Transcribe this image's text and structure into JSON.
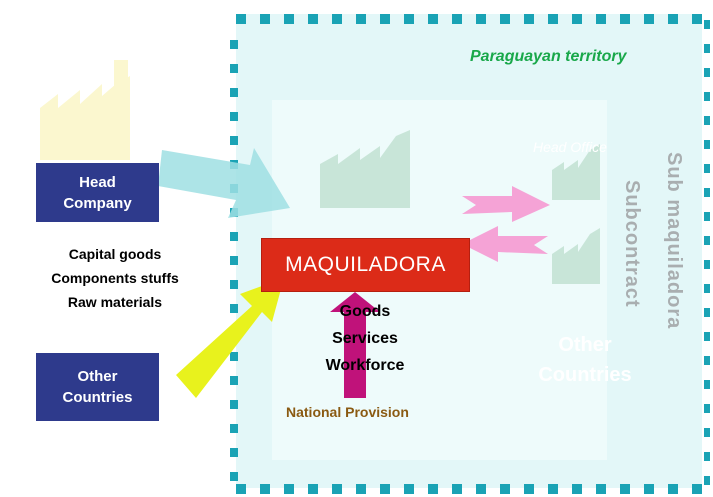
{
  "territory": {
    "label": "Paraguayan territory"
  },
  "head_company": {
    "line1": "Head",
    "line2": "Company"
  },
  "other_countries_box": {
    "line1": "Other",
    "line2": "Countries"
  },
  "inputs": {
    "line1": "Capital goods",
    "line2": "Components stuffs",
    "line3": "Raw materials"
  },
  "maquiladora": {
    "label": "MAQUILADORA"
  },
  "national": {
    "line1": "Goods",
    "line2": "Services",
    "line3": "Workforce",
    "provision": "National Provision"
  },
  "right_side": {
    "head_office": "Head Office",
    "other_countries_line1": "Other",
    "other_countries_line2": "Countries",
    "sub_maquiladora": "Sub maquiladora",
    "subcontract": "Subcontract"
  },
  "colors": {
    "territory_border": "#1aa3b5",
    "territory_fill": "#e3f7f8",
    "territory_label": "#19a84a",
    "company_box": "#2e3a8c",
    "maquiladora_box": "#dc2b18",
    "arrow_head_company": "#9fdfe3",
    "arrow_other_countries": "#e8f21d",
    "arrow_national": "#c0127a",
    "arrows_subcontract": "#f5a3d6",
    "national_provision_text": "#8a5a12"
  },
  "icons": [
    "factory-icon"
  ]
}
